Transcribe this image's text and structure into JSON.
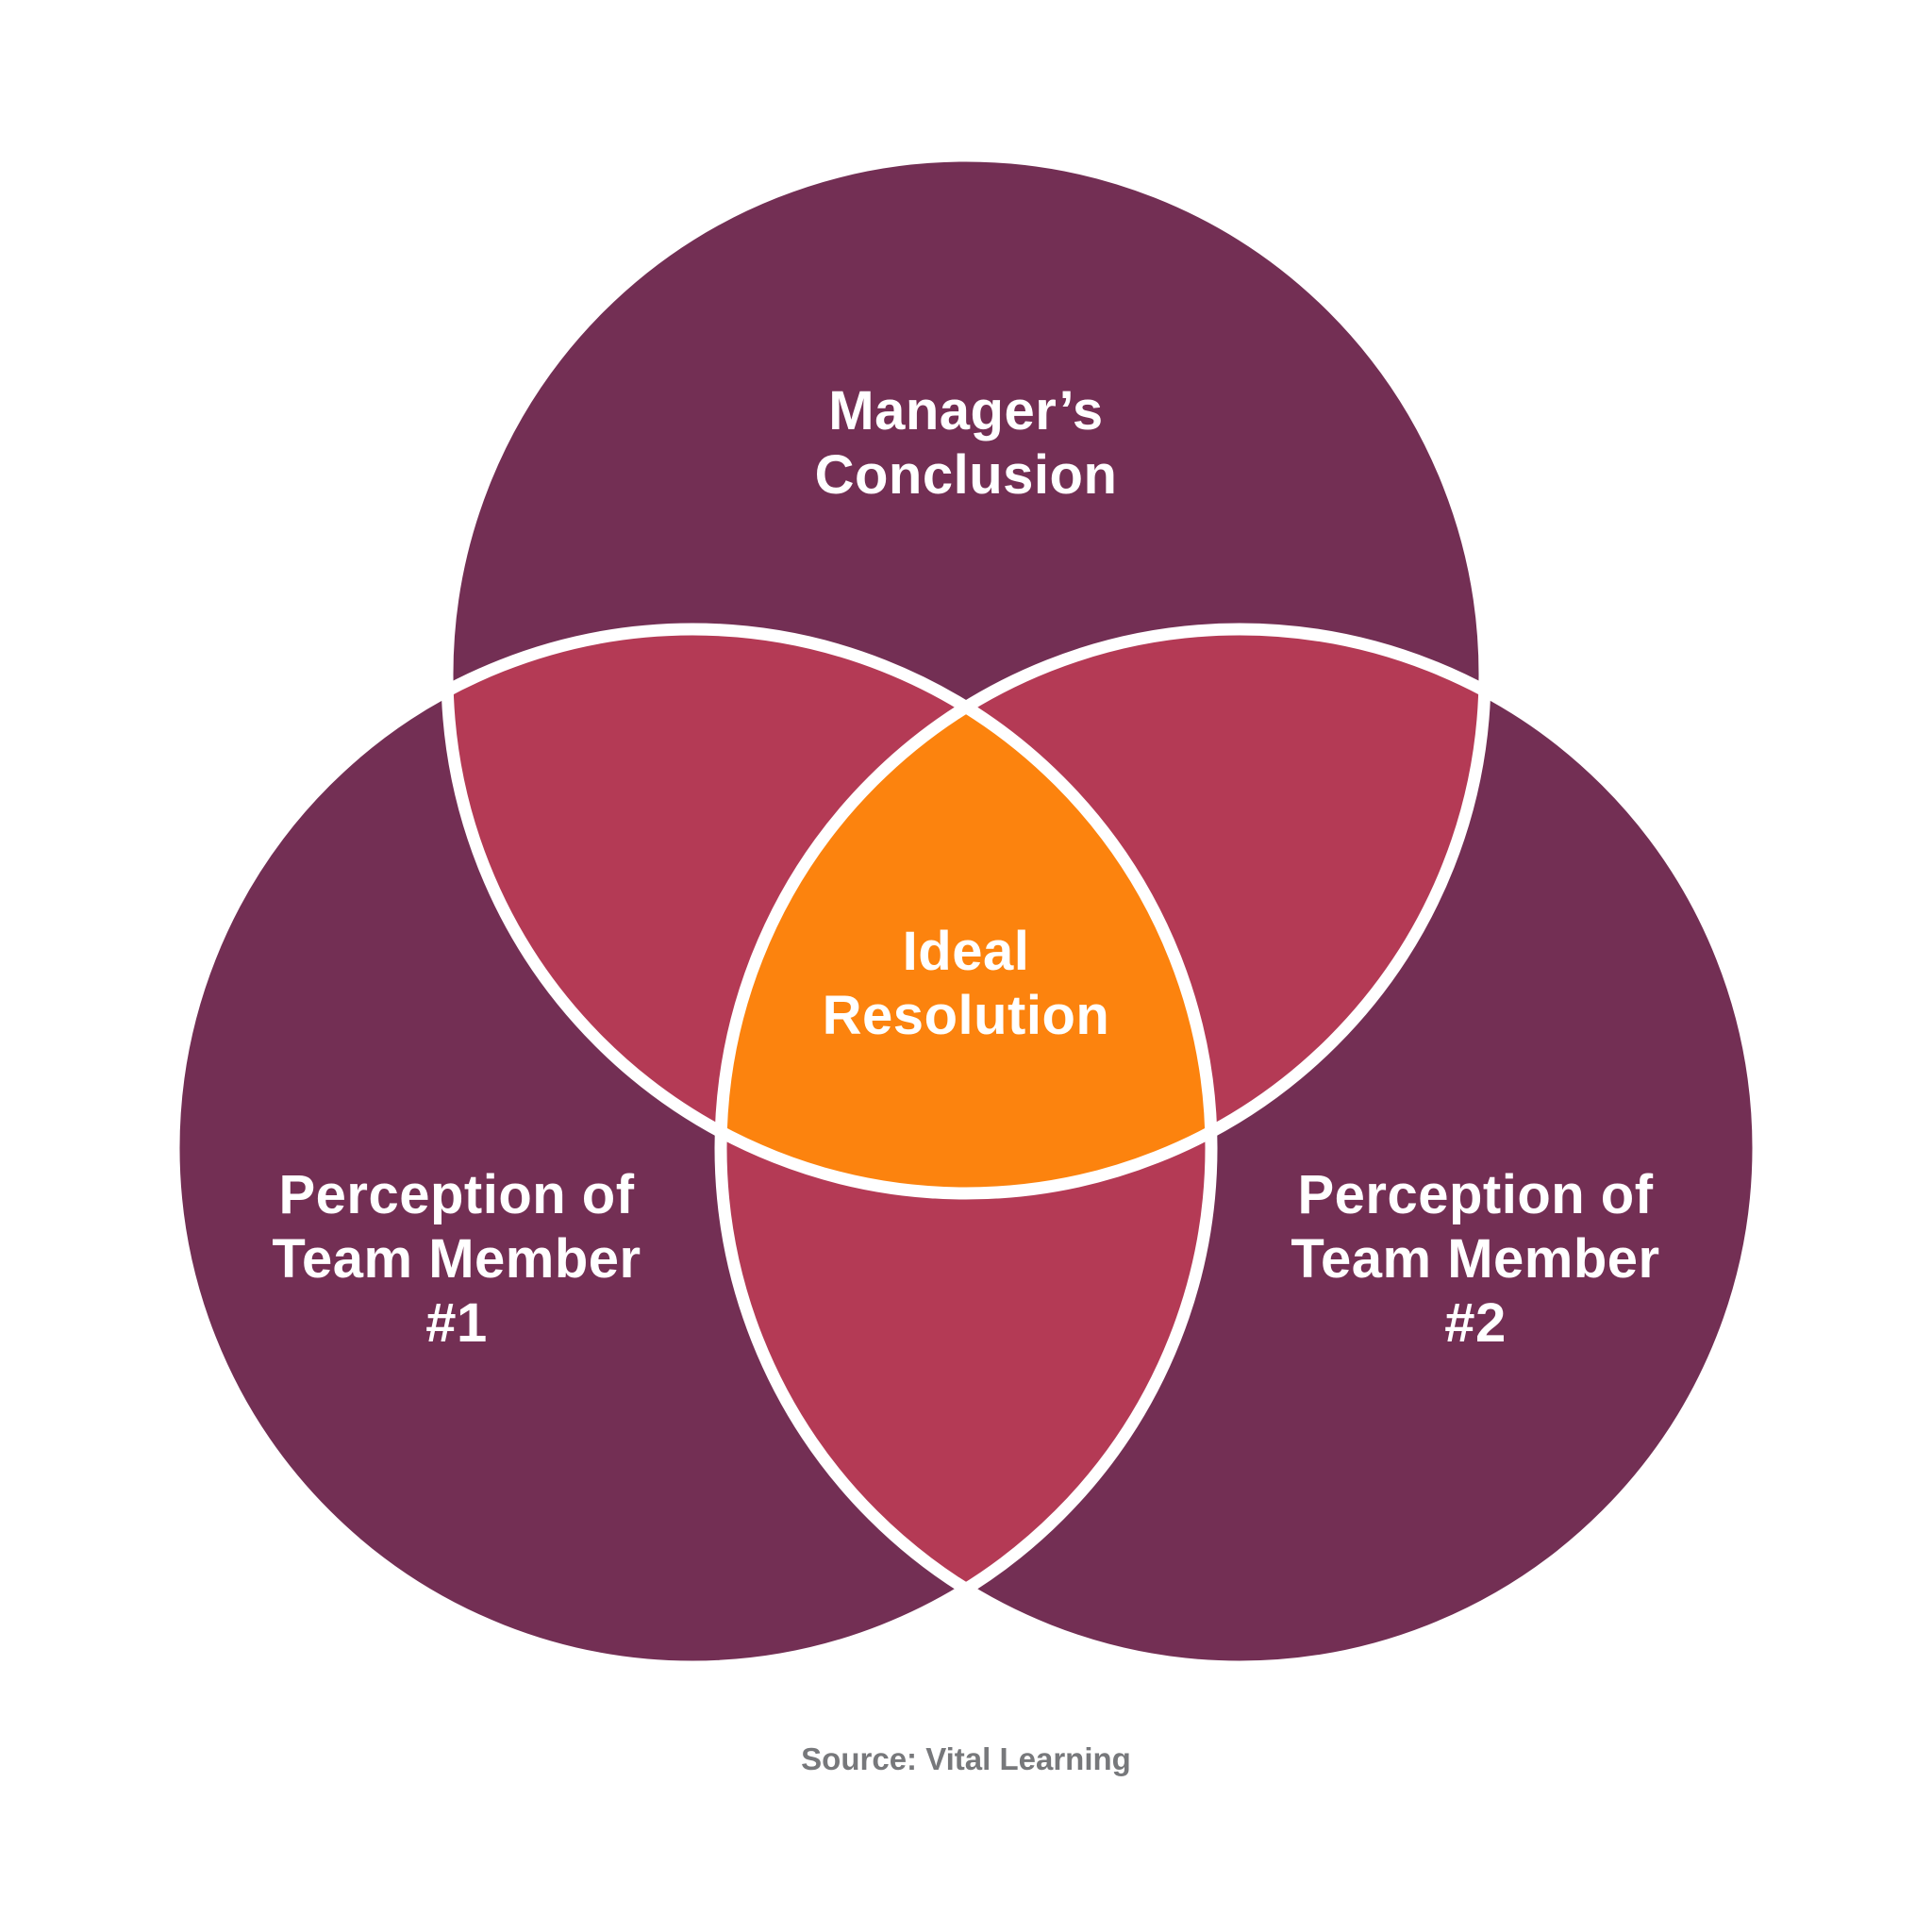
{
  "colors": {
    "circle_fill": "#732F54",
    "pairwise_overlap_fill": "#B43A55",
    "triple_overlap_fill": "#FC830E",
    "outline": "#FFFFFF",
    "label_text": "#FFFFFF",
    "source_text": "#77787B",
    "background": "#FFFFFF"
  },
  "venn": {
    "top_circle": {
      "label_lines": [
        "Manager’s",
        "Conclusion"
      ]
    },
    "left_circle": {
      "label_lines": [
        "Perception of",
        "Team Member",
        "#1"
      ]
    },
    "right_circle": {
      "label_lines": [
        "Perception of",
        "Team Member",
        "#2"
      ]
    },
    "center_overlap": {
      "label_lines": [
        "Ideal",
        "Resolution"
      ]
    }
  },
  "source": {
    "text": "Source: Vital Learning"
  }
}
